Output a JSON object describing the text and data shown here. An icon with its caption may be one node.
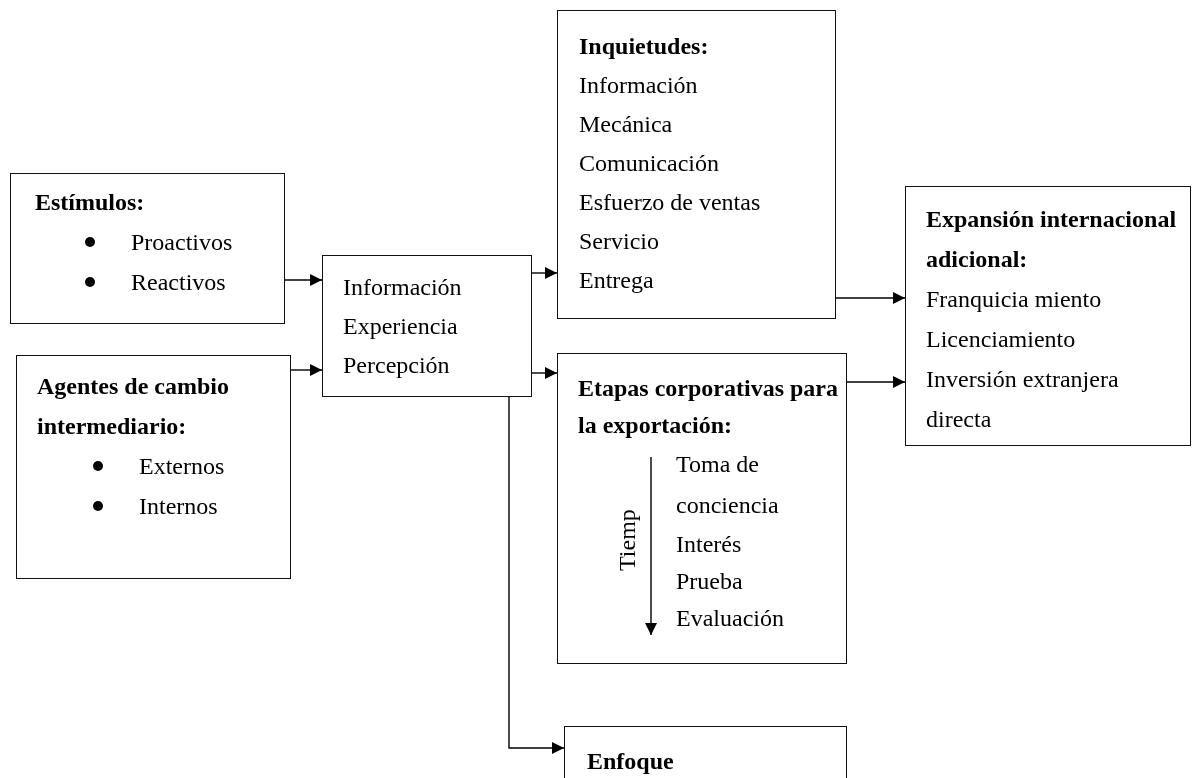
{
  "diagram": {
    "nodes": [
      {
        "text": [
          "Estímulos:",
          "Proactivos",
          "Reactivos"
        ]
      },
      {
        "text": [
          "Agentes de cambio intermediario:",
          "Externos",
          "Internos"
        ]
      },
      {
        "text": [
          "Información",
          "Experiencia",
          "Percepción"
        ]
      },
      {
        "text": [
          "Inquietudes:",
          "Información",
          "Mecánica",
          "Comunicación",
          "Esfuerzo de ventas",
          "Servicio",
          "Entrega"
        ]
      },
      {
        "text": [
          "Etapas corporativas para la exportación:",
          "Toma de conciencia",
          "Interés",
          "Prueba",
          "Evaluación"
        ]
      },
      {
        "text": [
          "Enfoque"
        ]
      },
      {
        "text": [
          "Expansión internacional adicional:",
          "Franquicia miento",
          "Licenciamiento",
          "Inversión extranjera directa"
        ]
      }
    ],
    "edges": [
      {
        "from": 0,
        "to": 2,
        "arrow": "to"
      },
      {
        "from": 1,
        "to": 2,
        "arrow": "to"
      },
      {
        "from": 2,
        "to": 3,
        "arrow": "to"
      },
      {
        "from": 2,
        "to": 4,
        "arrow": "to"
      },
      {
        "from": 2,
        "to": 5,
        "arrow": "to"
      },
      {
        "from": 3,
        "to": 6,
        "arrow": "to"
      },
      {
        "from": 4,
        "to": 6,
        "arrow": "to"
      }
    ],
    "labels": [
      "Tiemp"
    ]
  }
}
